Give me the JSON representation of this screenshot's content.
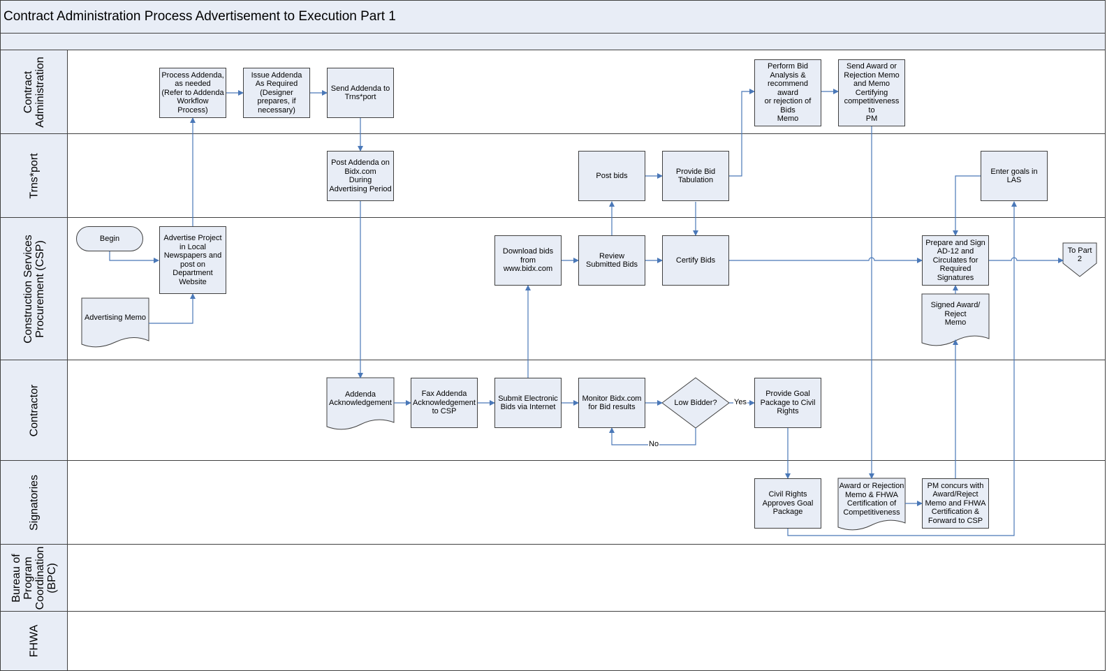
{
  "title": "Contract Administration Process Advertisement to Execution Part 1",
  "lanes": {
    "contract_admin": "Contract\nAdministration",
    "trnsport": "Trns*port",
    "csp": "Construction Services\nProcurement (CSP)",
    "contractor": "Contractor",
    "signatories": "Signatories",
    "bpc": "Bureau of\nProgram\nCoordination\n(BPC)",
    "fhwa": "FHWA"
  },
  "nodes": {
    "process_addenda": "Process Addenda,\nas needed\n(Refer to Addenda\nWorkflow Process)",
    "issue_addenda": "Issue Addenda\nAs Required\n(Designer\nprepares, if\nnecessary)",
    "send_addenda": "Send Addenda to\nTrns*port",
    "perform_bid_analysis": "Perform Bid\nAnalysis &\nrecommend award\nor rejection of Bids\nMemo",
    "send_award_memo": "Send Award or\nRejection Memo\nand Memo\nCertifying\ncompetitiveness to\nPM",
    "post_addenda": "Post Addenda on\nBidx.com\nDuring\nAdvertising Period",
    "post_bids": "Post bids",
    "provide_bid_tabulation": "Provide Bid\nTabulation",
    "enter_goals": "Enter goals in LAS",
    "begin": "Begin",
    "advertise_project": "Advertise Project\nin Local\nNewspapers and\npost on\nDepartment\nWebsite",
    "advertising_memo": "Advertising Memo",
    "download_bids": "Download bids\nfrom\nwww.bidx.com",
    "review_bids": "Review\nSubmitted Bids",
    "certify_bids": "Certify Bids",
    "prepare_sign_ad12": "Prepare and Sign\nAD-12 and\nCirculates for\nRequired\nSignatures",
    "signed_award_memo": "Signed Award/\nReject\nMemo",
    "to_part2": "To Part\n2",
    "addenda_ack": "Addenda\nAcknowledgement",
    "fax_addenda": "Fax Addenda\nAcknowledgement\nto CSP",
    "submit_bids": "Submit Electronic\nBids via Internet",
    "monitor_bidx": "Monitor Bidx.com\nfor Bid results",
    "low_bidder": "Low Bidder?",
    "provide_goal_package": "Provide Goal\nPackage to Civil\nRights",
    "civil_rights_approves": "Civil Rights\nApproves Goal\nPackage",
    "award_rejection_memo_doc": "Award or Rejection\nMemo & FHWA\nCertification of\nCompetitiveness",
    "pm_concurs": "PM concurs with\nAward/Reject\nMemo and FHWA\nCertification &\nForward to CSP"
  },
  "edge_labels": {
    "yes": "Yes",
    "no": "No"
  },
  "colors": {
    "fill": "#e8edf6",
    "border": "#404040",
    "connector": "#4a78b8"
  }
}
